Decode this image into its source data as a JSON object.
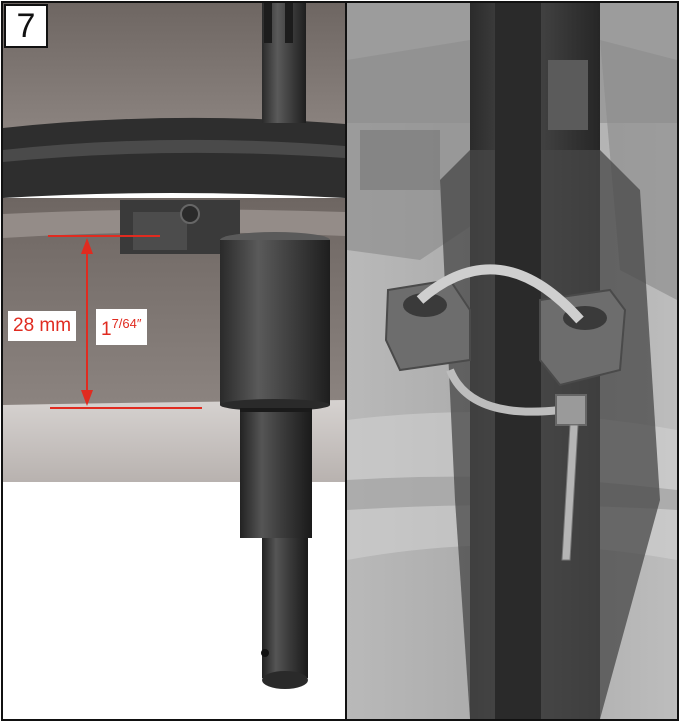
{
  "step": {
    "number": "7"
  },
  "dimension": {
    "metric": "28 mm",
    "imperial_whole": "1",
    "imperial_fraction": "7/64",
    "imperial_unit": "″",
    "color": "#e02b20"
  },
  "panels": {
    "left": {
      "view": "pin-measurement-view"
    },
    "right": {
      "view": "cable-tie-transparent-view"
    }
  }
}
